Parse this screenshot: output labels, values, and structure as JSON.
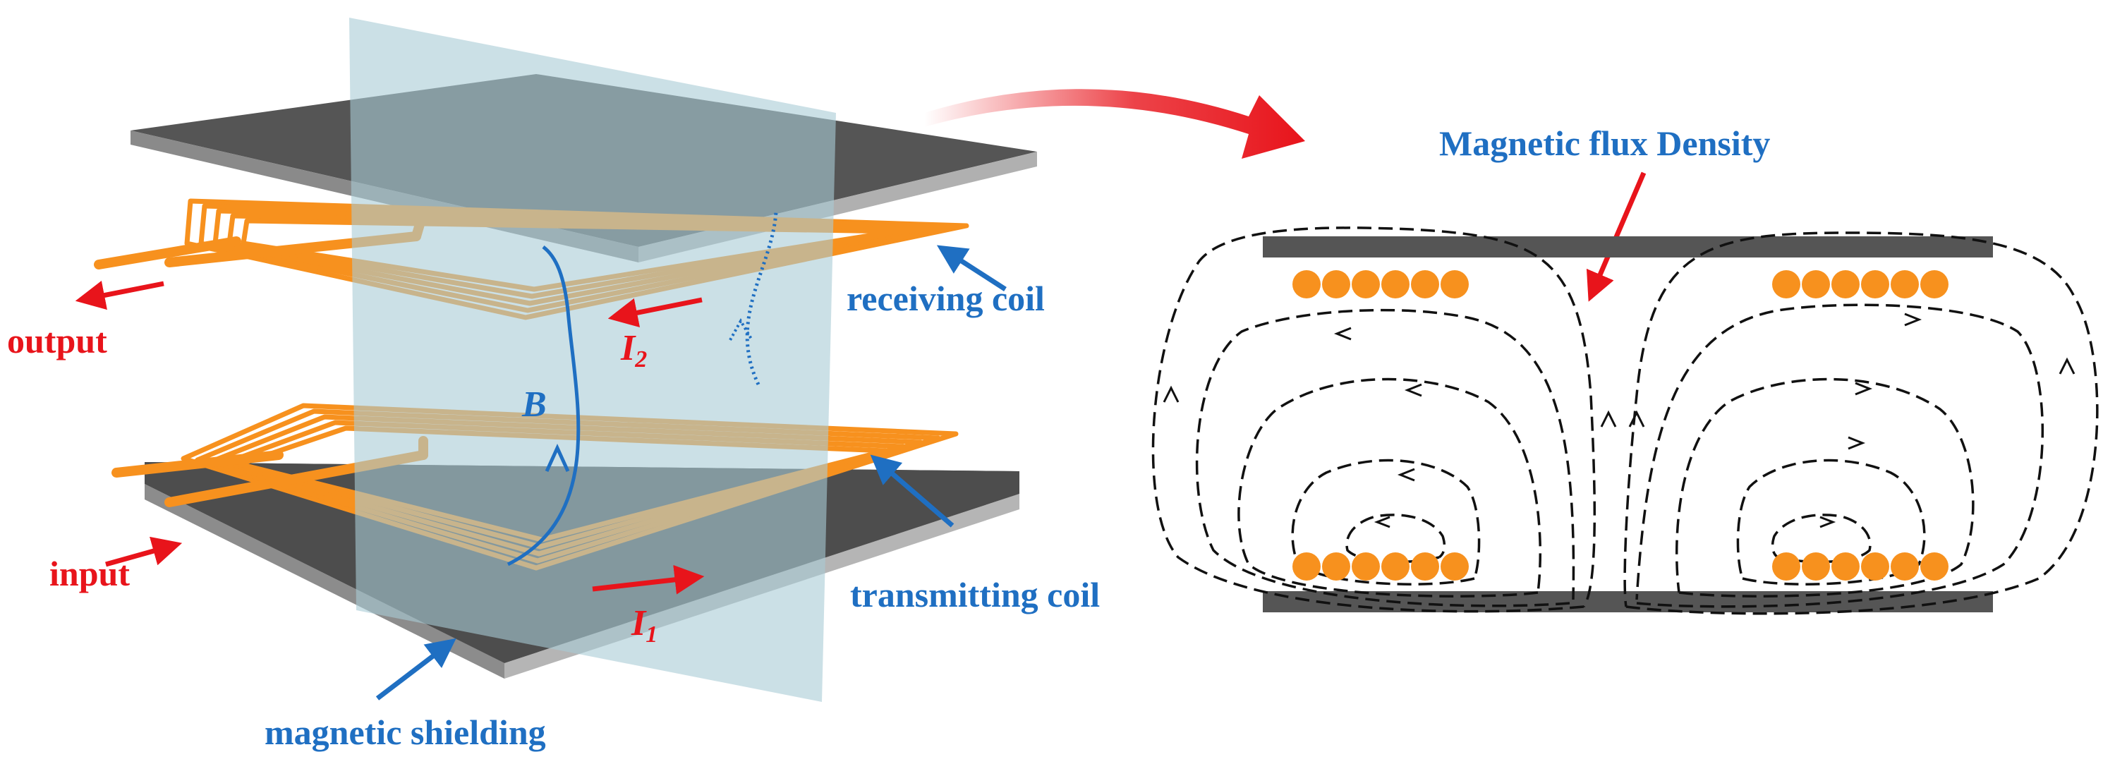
{
  "labels": {
    "output": "output",
    "input": "input",
    "receiving_coil": "receiving coil",
    "transmitting_coil": "transmitting coil",
    "magnetic_shielding": "magnetic shielding",
    "magnetic_flux_density": "Magnetic flux Density",
    "field_symbol": "B",
    "current_rx": "I",
    "current_rx_sub": "2",
    "current_tx": "I",
    "current_tx_sub": "1"
  },
  "colors": {
    "label_blue": "#1f6fc2",
    "label_red": "#e8141b",
    "coil_orange": "#f7911e",
    "shield_dark": "#505050",
    "plane_blue": "#a8cbd6",
    "flux_line": "#111111"
  }
}
